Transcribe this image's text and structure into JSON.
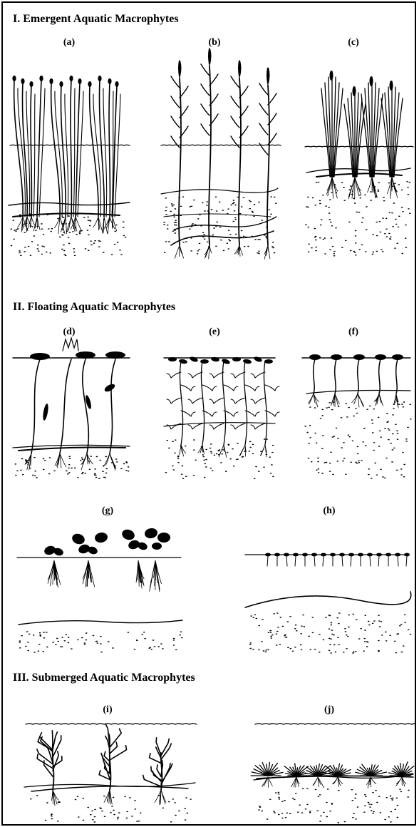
{
  "sections": [
    {
      "title": "I. Emergent Aquatic Macrophytes"
    },
    {
      "title": "II. Floating Aquatic Macrophytes"
    },
    {
      "title": "III. Submerged Aquatic Macrophytes"
    }
  ],
  "panels": [
    "(a)",
    "(b)",
    "(c)",
    "(d)",
    "(e)",
    "(f)",
    "(g)",
    "(h)",
    "(i)",
    "(j)"
  ],
  "colors": {
    "ink": "#000000",
    "background": "#ffffff"
  }
}
